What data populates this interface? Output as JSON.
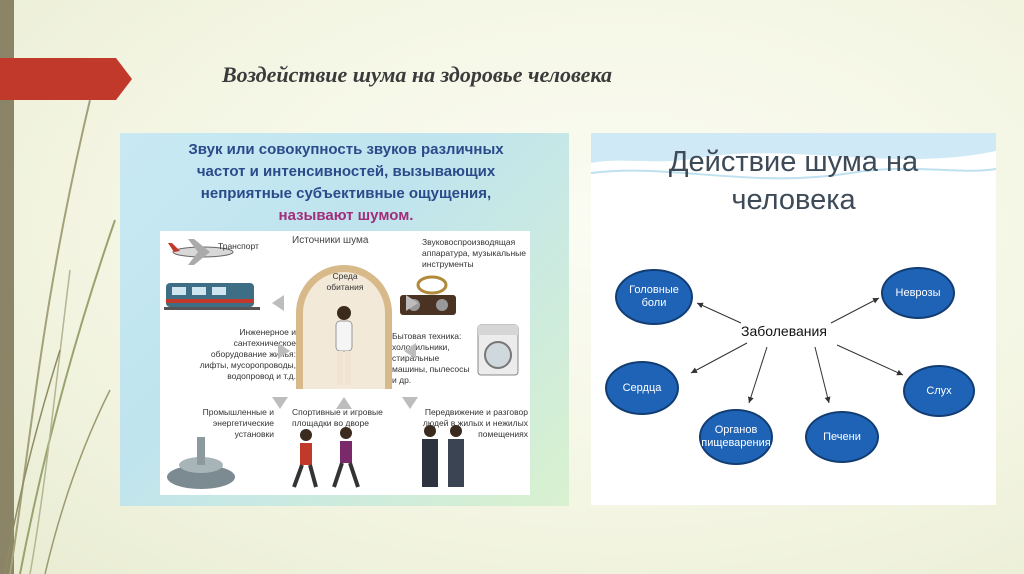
{
  "slide": {
    "title": "Воздействие шума на здоровье человека"
  },
  "left_image": {
    "definition_line1": "Звук или совокупность звуков различных",
    "definition_line2": "частот и интенсивностей, вызывающих",
    "definition_line3": "неприятные субъективные ощущения,",
    "definition_line4": "называют шумом.",
    "panel_title": "Источники шума",
    "transport": "Транспорт",
    "environment": "Среда обитания",
    "audio": "Звуковоспроизводящая аппаратура, музыкальные инструменты",
    "engineering": "Инженерное и сантехническое оборудование жилья: лифты, мусоропроводы, водопровод и т.д.",
    "household": "Бытовая техника: холодильники, стиральные машины, пылесосы и др.",
    "industrial": "Промышленные и энергетические установки",
    "sports": "Спортивные и игровые площадки во дворе",
    "movement": "Передвижение и разговор людей в жилых и нежилых помещениях"
  },
  "right_image": {
    "title_line1": "Действие шума на",
    "title_line2": "человека",
    "center": "Заболевания",
    "nodes": {
      "headache": "Головные боли",
      "neuroses": "Неврозы",
      "heart": "Сердца",
      "hearing": "Слух",
      "digestion": "Органов пищеварения",
      "liver": "Печени"
    }
  },
  "colors": {
    "accent_arrow": "#c0392b",
    "node_fill": "#1f63b7",
    "definition_text": "#2a4a8a",
    "definition_highlight": "#a22d79"
  }
}
